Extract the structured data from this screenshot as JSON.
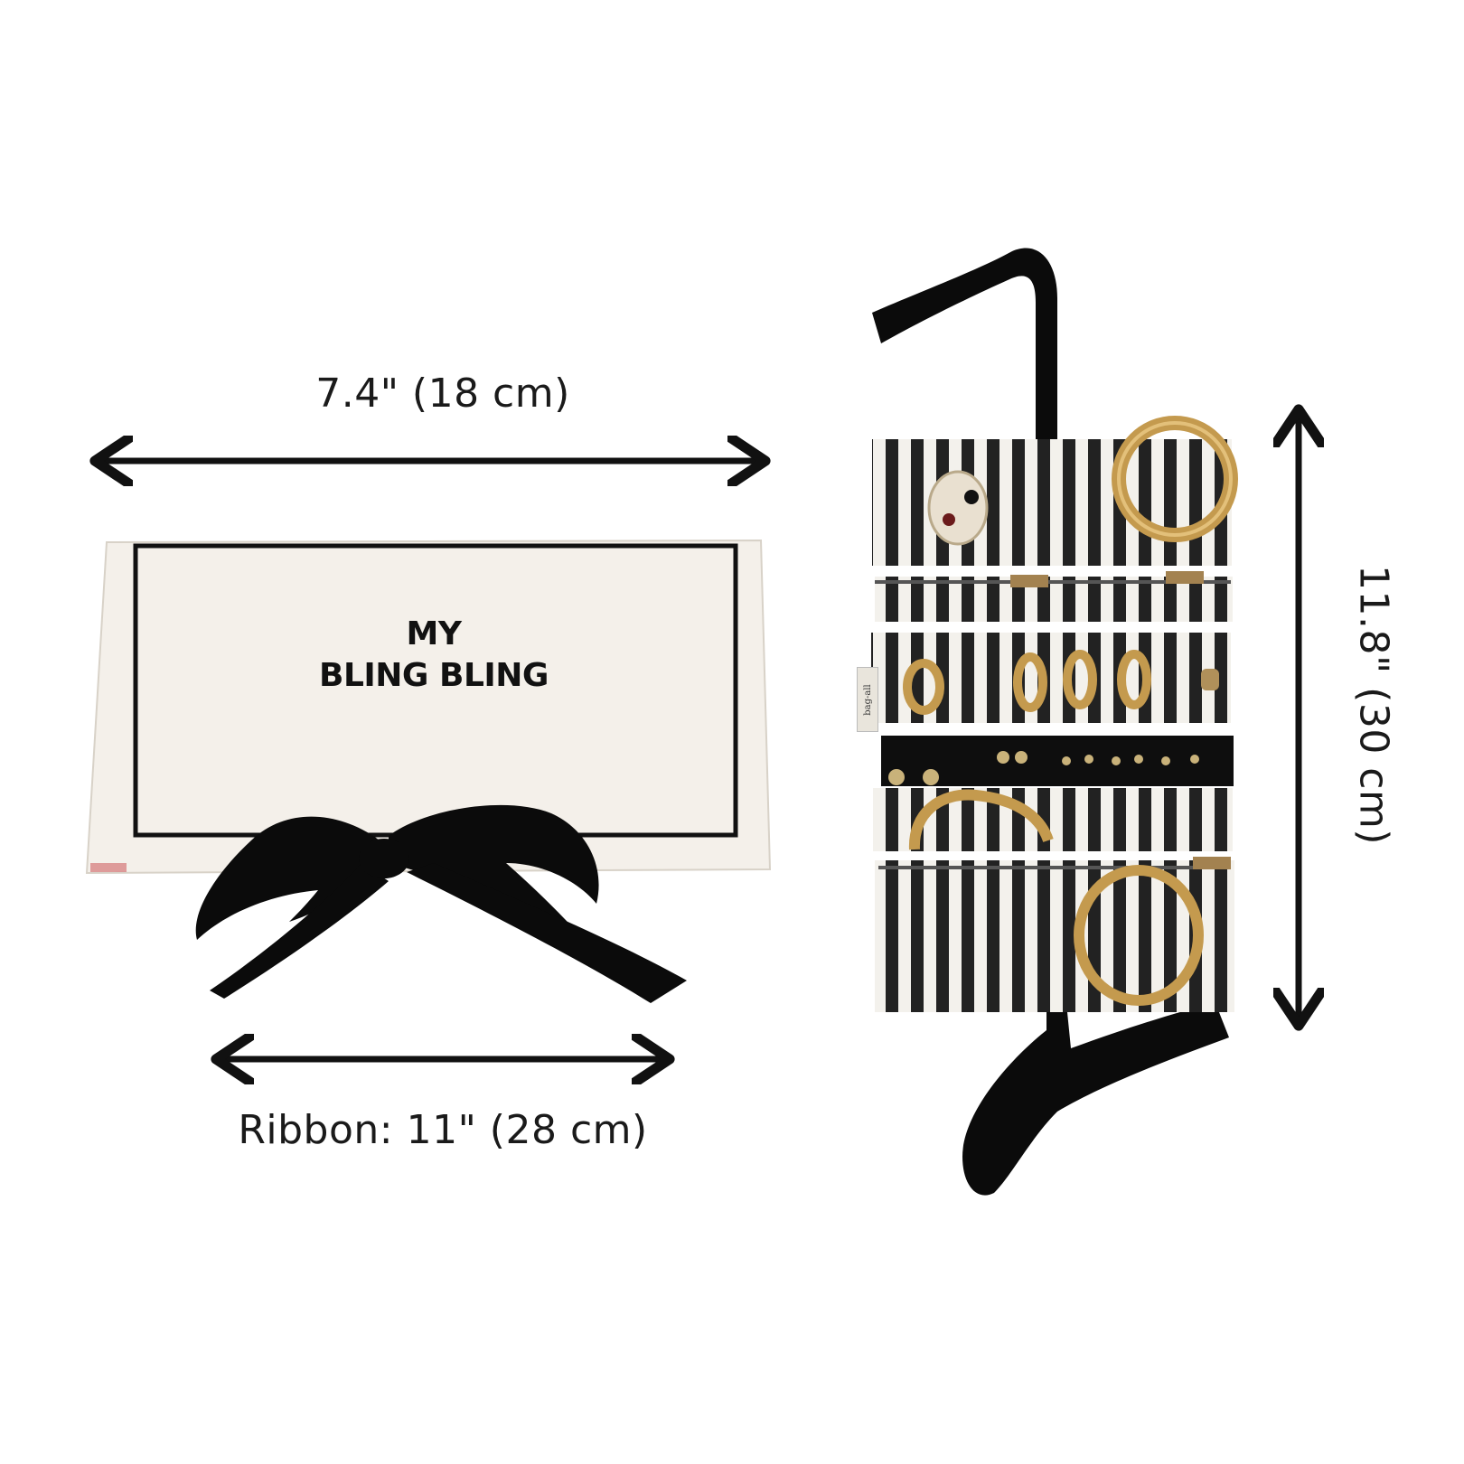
{
  "dimensions": {
    "width": "7.4\" (18 cm)",
    "height": "11.8\" (30 cm)",
    "ribbon": "Ribbon: 11\" (28 cm)"
  },
  "pouch": {
    "line1": "MY",
    "line2": "BLING BLING"
  },
  "brand_tag": "bag-all",
  "colors": {
    "canvas": "#f4f0ea",
    "ribbon": "#0b0b0b",
    "stripe_dark": "#222222",
    "stripe_light": "#f3f1ec",
    "gold": "#c49a4e",
    "arrow": "#111111"
  }
}
